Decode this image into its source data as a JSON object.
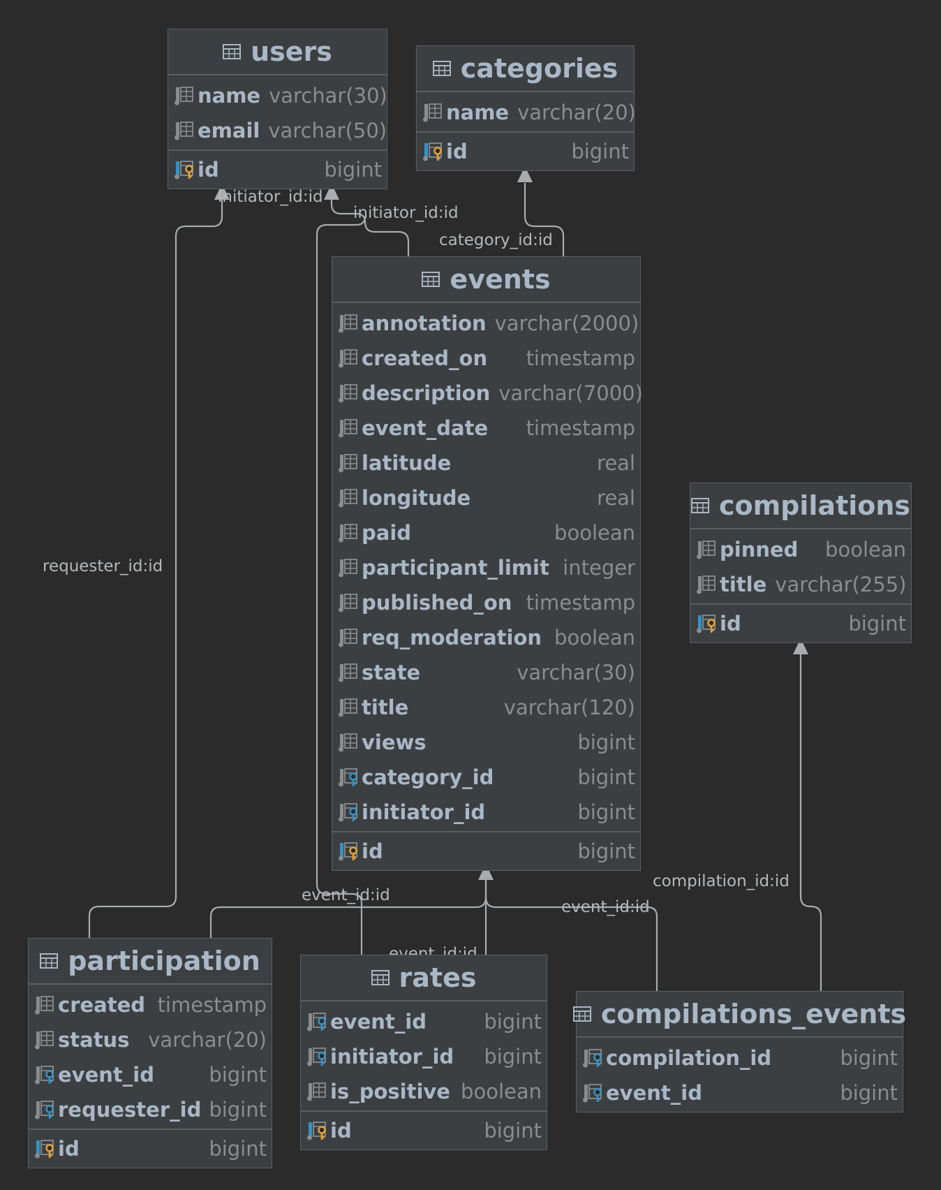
{
  "tables": {
    "users": {
      "name": "users",
      "columns": [
        {
          "name": "name",
          "type": "varchar(30)",
          "kind": "column"
        },
        {
          "name": "email",
          "type": "varchar(50)",
          "kind": "column"
        }
      ],
      "pk": {
        "name": "id",
        "type": "bigint",
        "kind": "pk"
      }
    },
    "categories": {
      "name": "categories",
      "columns": [
        {
          "name": "name",
          "type": "varchar(20)",
          "kind": "column"
        }
      ],
      "pk": {
        "name": "id",
        "type": "bigint",
        "kind": "pk"
      }
    },
    "events": {
      "name": "events",
      "columns": [
        {
          "name": "annotation",
          "type": "varchar(2000)",
          "kind": "column"
        },
        {
          "name": "created_on",
          "type": "timestamp",
          "kind": "column"
        },
        {
          "name": "description",
          "type": "varchar(7000)",
          "kind": "column"
        },
        {
          "name": "event_date",
          "type": "timestamp",
          "kind": "column"
        },
        {
          "name": "latitude",
          "type": "real",
          "kind": "column"
        },
        {
          "name": "longitude",
          "type": "real",
          "kind": "column"
        },
        {
          "name": "paid",
          "type": "boolean",
          "kind": "column"
        },
        {
          "name": "participant_limit",
          "type": "integer",
          "kind": "column"
        },
        {
          "name": "published_on",
          "type": "timestamp",
          "kind": "column"
        },
        {
          "name": "req_moderation",
          "type": "boolean",
          "kind": "column"
        },
        {
          "name": "state",
          "type": "varchar(30)",
          "kind": "column"
        },
        {
          "name": "title",
          "type": "varchar(120)",
          "kind": "column"
        },
        {
          "name": "views",
          "type": "bigint",
          "kind": "column"
        },
        {
          "name": "category_id",
          "type": "bigint",
          "kind": "fk"
        },
        {
          "name": "initiator_id",
          "type": "bigint",
          "kind": "fk"
        }
      ],
      "pk": {
        "name": "id",
        "type": "bigint",
        "kind": "pk"
      }
    },
    "compilations": {
      "name": "compilations",
      "columns": [
        {
          "name": "pinned",
          "type": "boolean",
          "kind": "column"
        },
        {
          "name": "title",
          "type": "varchar(255)",
          "kind": "column"
        }
      ],
      "pk": {
        "name": "id",
        "type": "bigint",
        "kind": "pk"
      }
    },
    "participation": {
      "name": "participation",
      "columns": [
        {
          "name": "created",
          "type": "timestamp",
          "kind": "column"
        },
        {
          "name": "status",
          "type": "varchar(20)",
          "kind": "column"
        },
        {
          "name": "event_id",
          "type": "bigint",
          "kind": "fk"
        },
        {
          "name": "requester_id",
          "type": "bigint",
          "kind": "fk"
        }
      ],
      "pk": {
        "name": "id",
        "type": "bigint",
        "kind": "pk"
      }
    },
    "rates": {
      "name": "rates",
      "columns": [
        {
          "name": "event_id",
          "type": "bigint",
          "kind": "fk"
        },
        {
          "name": "initiator_id",
          "type": "bigint",
          "kind": "fk"
        },
        {
          "name": "is_positive",
          "type": "boolean",
          "kind": "column"
        }
      ],
      "pk": {
        "name": "id",
        "type": "bigint",
        "kind": "pk"
      }
    },
    "compilations_events": {
      "name": "compilations_events",
      "columns": [
        {
          "name": "compilation_id",
          "type": "bigint",
          "kind": "fk"
        },
        {
          "name": "event_id",
          "type": "bigint",
          "kind": "fk"
        }
      ]
    }
  },
  "relations": [
    {
      "id": "rel-events-initiator",
      "label": "initiator_id:id"
    },
    {
      "id": "rel-rates-initiator",
      "label": "initiator_id:id"
    },
    {
      "id": "rel-events-category",
      "label": "category_id:id"
    },
    {
      "id": "rel-participation-requester",
      "label": "requester_id:id"
    },
    {
      "id": "rel-participation-event",
      "label": "event_id:id"
    },
    {
      "id": "rel-rates-event",
      "label": "event_id:id"
    },
    {
      "id": "rel-compilations-events-event",
      "label": "event_id:id"
    },
    {
      "id": "rel-compilations-events-compilation",
      "label": "compilation_id:id"
    }
  ],
  "colors": {
    "background": "#2b2b2b",
    "table_fill": "#3c3f41",
    "table_border": "#5c5f61",
    "name_text": "#a9b7c6",
    "type_text": "#8a8d8f",
    "edge": "#a9acae",
    "fk_key": "#3592c4",
    "pk_key": "#e2a238"
  }
}
